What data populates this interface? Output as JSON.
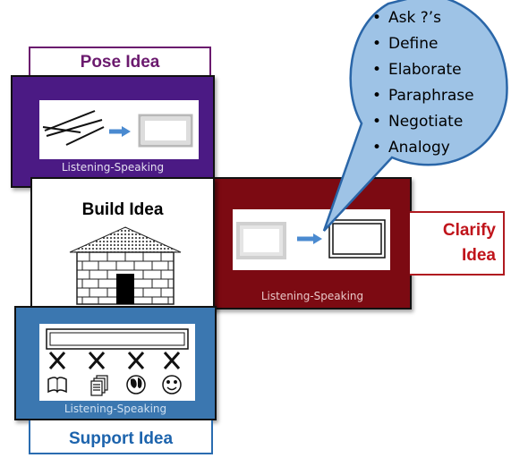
{
  "pose": {
    "tab_label": "Pose Idea",
    "caption": "Listening-Speaking",
    "color": "#4b1a84"
  },
  "build": {
    "title": "Build Idea",
    "color": "#ffffff"
  },
  "clarify": {
    "tab_label_line1": "Clarify",
    "tab_label_line2": "Idea",
    "caption": "Listening-Speaking",
    "color": "#7c0a12"
  },
  "support": {
    "tab_label": "Support Idea",
    "caption": "Listening-Speaking",
    "color": "#3b77b0",
    "icons": [
      "book-icon",
      "documents-icon",
      "globe-icon",
      "smiley-icon"
    ]
  },
  "callout": {
    "items": [
      "Ask ?’s",
      "Define",
      "Elaborate",
      "Paraphrase",
      "Negotiate",
      "Analogy"
    ],
    "fill": "#9ec3e6"
  }
}
